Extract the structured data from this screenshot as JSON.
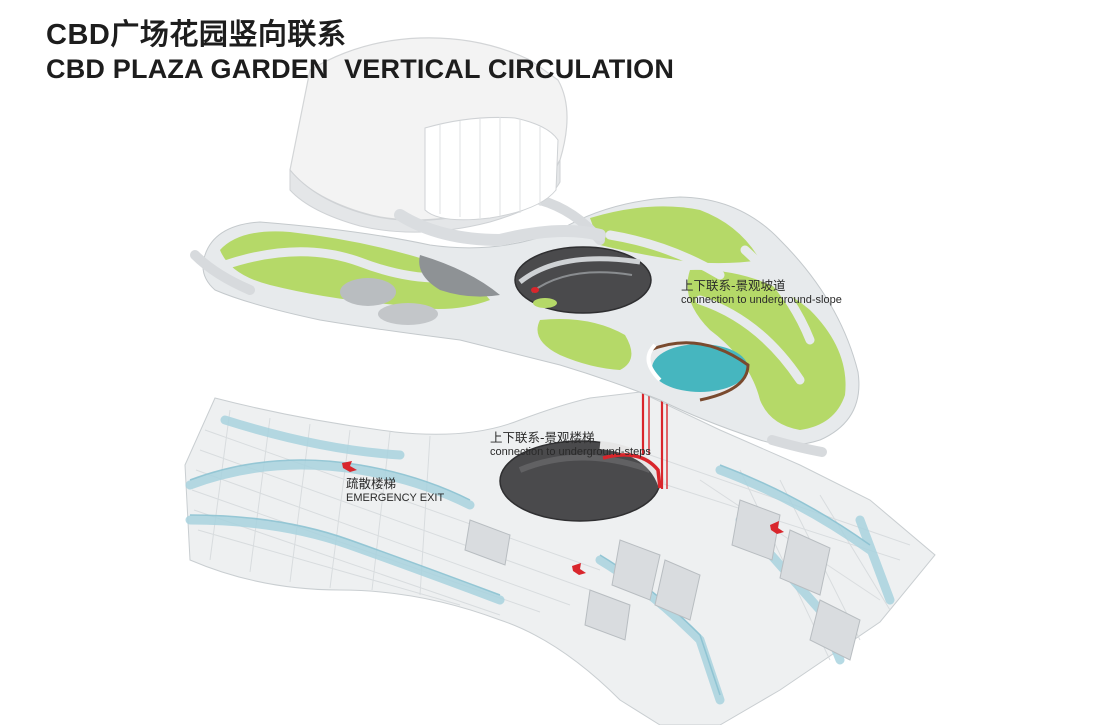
{
  "title": {
    "cn": "CBD广场花园竖向联系",
    "en": "CBD PLAZA GARDEN  VERTICAL CIRCULATION"
  },
  "annotations": {
    "slope": {
      "cn": "上下联系-景观坡道",
      "en": "connection to underground-slope"
    },
    "steps": {
      "cn": "上下联系-景观楼梯",
      "en": "connection to underground-steps"
    },
    "exit": {
      "cn": "疏散楼梯",
      "en": "EMERGENCY EXIT"
    }
  },
  "colors": {
    "lawn": "#b5d968",
    "paving": "#e9ecee",
    "path": "#cfd3d6",
    "water": "#46b6bf",
    "void": "#4a4a4c",
    "glass": "#bfe0ea",
    "circulation_red": "#d9262c",
    "building": "#f1f1f1"
  },
  "icons": {
    "vertical_connection": "red-vertical-line",
    "emergency_exit": "red-stair-icon"
  }
}
